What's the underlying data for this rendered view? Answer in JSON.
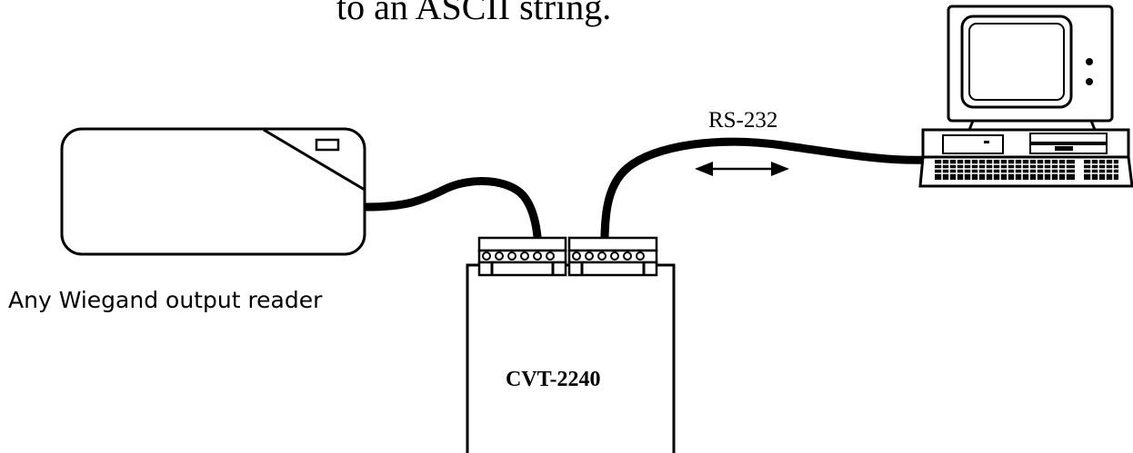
{
  "title": {
    "text": "to an ASCII string."
  },
  "reader": {
    "caption": "Any Wiegand output reader"
  },
  "link": {
    "label": "RS-232"
  },
  "converter": {
    "label": "CVT-2240"
  },
  "icons": {
    "reader": "card-reader-icon",
    "computer": "desktop-computer-icon",
    "arrow": "bidirectional-arrow-icon"
  },
  "colors": {
    "line": "#000000",
    "background": "#ffffff"
  }
}
